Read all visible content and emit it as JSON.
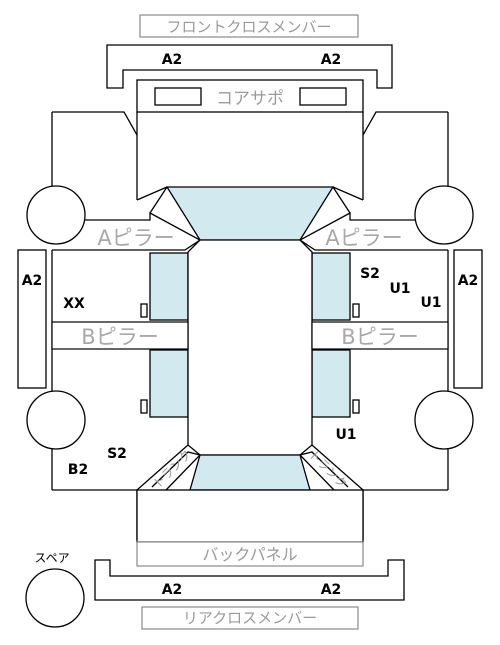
{
  "labels": {
    "front_cross_member": "フロントクロスメンバー",
    "core_support": "コアサポ",
    "a_pillar_left": "Aピラー",
    "a_pillar_right": "Aピラー",
    "b_pillar_left": "Bピラー",
    "b_pillar_right": "Bピラー",
    "back_panel": "バックパネル",
    "rear_cross_member": "リアクロスメンバー",
    "spare": "スペア",
    "trunk_left": "トランク",
    "trunk_right": "トランク"
  },
  "codes": {
    "front_left": "A2",
    "front_right": "A2",
    "side_left": "A2",
    "side_right": "A2",
    "rear_left": "A2",
    "rear_right": "A2",
    "left_b_pillar_upper": "XX",
    "right_upper_s": "S2",
    "right_upper_u_a": "U1",
    "right_upper_u_b": "U1",
    "left_lower_s": "S2",
    "left_lower_b": "B2",
    "right_lower_u": "U1"
  }
}
